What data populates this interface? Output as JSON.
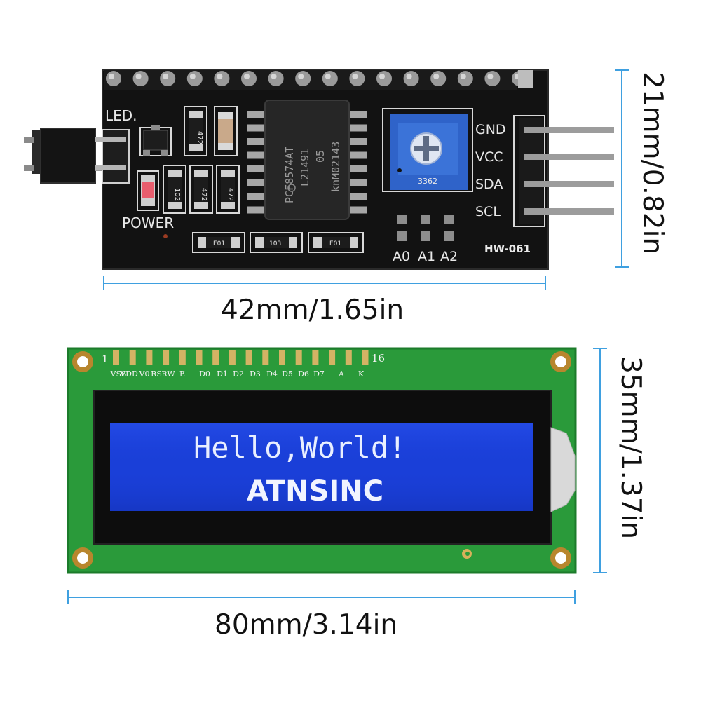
{
  "backpack": {
    "labels": {
      "led": "LED.",
      "power": "POWER",
      "gnd": "GND",
      "vcc": "VCC",
      "sda": "SDA",
      "scl": "SCL",
      "a0": "A0",
      "a1": "A1",
      "a2": "A2",
      "model": "HW-061"
    },
    "chip": {
      "line1": "PCF8574AT",
      "line2": "L21491",
      "line3": "05",
      "line4": "knM02143"
    },
    "resistors": {
      "top1": "472",
      "bottom1": "102",
      "bottom2": "472",
      "bottom3": "472",
      "r1": "E01",
      "r2": "103",
      "r3": "E01"
    },
    "potentiometer": "3362"
  },
  "backpack_dims": {
    "width": "42mm/1.65in",
    "height": "21mm/0.82in"
  },
  "lcd": {
    "pin_first": "1",
    "pin_last": "16",
    "pins": [
      "VSS",
      "VDD",
      "V0",
      "RS",
      "RW",
      "E",
      "D0",
      "D1",
      "D2",
      "D3",
      "D4",
      "D5",
      "D6",
      "D7",
      "A",
      "K"
    ],
    "line1": "Hello,World!",
    "line2": "ATNSINC"
  },
  "lcd_dims": {
    "width": "80mm/3.14in",
    "height": "35mm/1.37in"
  },
  "colors": {
    "pcb_black": "#111111",
    "pcb_green": "#2a9a3a",
    "lcd_blue": "#1a3fd8",
    "dimension_line": "#3fa0e0",
    "potentiometer_blue": "#2f63c9"
  }
}
